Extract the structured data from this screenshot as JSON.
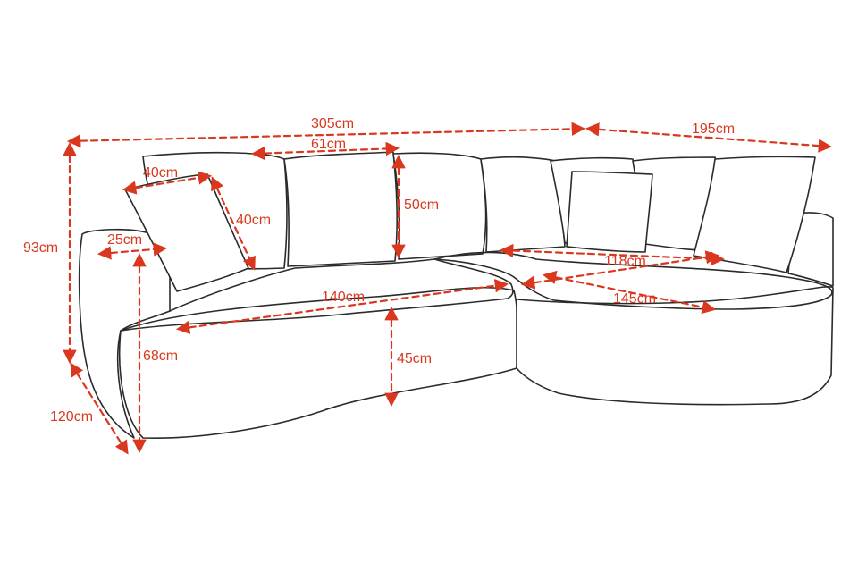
{
  "colors": {
    "dimension": "#d9381e",
    "outline": "#2b2b2b",
    "background": "#ffffff"
  },
  "dimensions": {
    "total_length": "305cm",
    "chaise_length": "195cm",
    "cushion_width": "61cm",
    "side_cushion_width": "40cm",
    "side_cushion_height": "40cm",
    "cushion_height": "50cm",
    "total_height": "93cm",
    "armrest_width": "25cm",
    "chaise_depth_inner": "118cm",
    "seat_width": "140cm",
    "chaise_diagonal": "145cm",
    "arm_height": "68cm",
    "seat_height": "45cm",
    "total_depth": "120cm"
  }
}
